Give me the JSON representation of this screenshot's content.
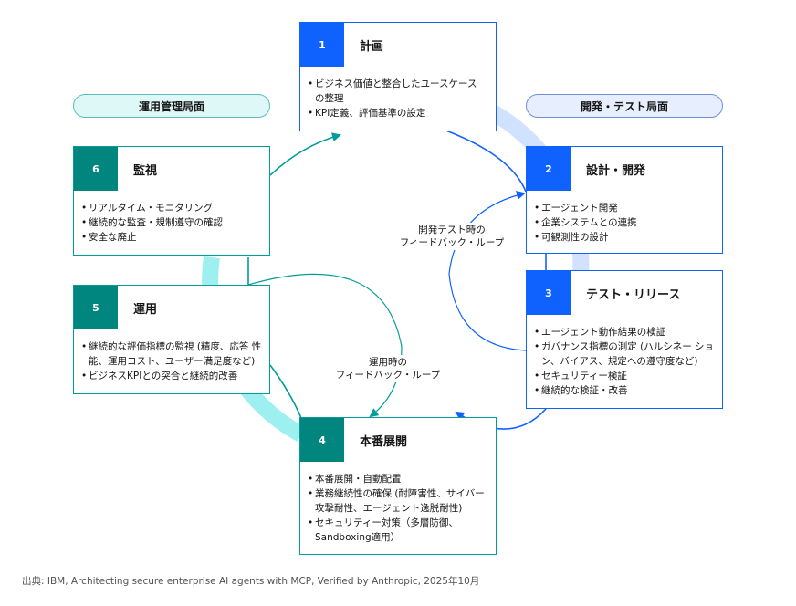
{
  "phases": {
    "operations": "運用管理局面",
    "development": "開発・テスト局面"
  },
  "steps": [
    {
      "number": "1",
      "title": "計画",
      "items": [
        "ビジネス価値と整合したユースケース の整理",
        "KPI定義、評価基準の設定"
      ]
    },
    {
      "number": "2",
      "title": "設計・開発",
      "items": [
        "エージェント開発",
        "企業システムとの連携",
        "可観測性の設計"
      ]
    },
    {
      "number": "3",
      "title": "テスト・リリース",
      "items": [
        "エージェント動作結果の検証",
        "ガバナンス指標の測定 (ハルシネー ション、バイアス、規定への遵守度など)",
        "セキュリティー検証",
        "継続的な検証・改善"
      ]
    },
    {
      "number": "4",
      "title": "本番展開",
      "items": [
        "本番展開・自動配置",
        "業務継続性の確保 (耐障害性、サイバー 攻撃耐性、エージェント逸脱耐性)",
        "セキュリティー対策（多層防御、 Sandboxing適用）"
      ]
    },
    {
      "number": "5",
      "title": "運用",
      "items": [
        "継続的な評価指標の監視 (精度、応答 性能、運用コスト、ユーザー満足度など)",
        "ビジネスKPIとの突合と継続的改善"
      ]
    },
    {
      "number": "6",
      "title": "監視",
      "items": [
        "リアルタイム・モニタリング",
        "継続的な監査・規制遵守の確認",
        "安全な廃止"
      ]
    }
  ],
  "loops": {
    "dev_loop_line1": "開発テスト時の",
    "dev_loop_line2": "フィードバック・ループ",
    "ops_loop_line1": "運用時の",
    "ops_loop_line2": "フィードバック・ループ"
  },
  "source": "出典: IBM, Architecting secure enterprise AI agents with MCP, Verified by Anthropic, 2025年10月",
  "colors": {
    "blue": "#0f62fe",
    "teal": "#00857f",
    "teal_band": "#9ef0f0",
    "blue_band": "#d0e2ff"
  }
}
